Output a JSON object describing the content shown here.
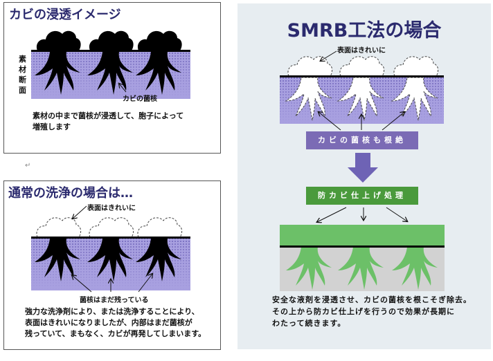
{
  "panel_infiltration": {
    "title": "カビの浸透イメージ",
    "side_label": "素材断面",
    "core_label": "カビの菌核",
    "description": [
      "素材の中まで菌核が浸透して、胞子によって",
      "増殖します"
    ]
  },
  "return_mark": "↵",
  "panel_normal": {
    "title": "通常の洗浄の場合は…",
    "surface_label": "表面はきれいに",
    "core_label": "菌核はまだ残っている",
    "description": [
      "強力な洗浄剤により、または洗浄することにより、",
      "表面はきれいになりましたが、内部はまだ菌核が",
      "残っていて、まもなく、カビが再発してしまいます。"
    ]
  },
  "panel_smrb": {
    "title": "SMRB工法の場合",
    "surface_label": "表面はきれいに",
    "step1": "カビの菌核も根絶",
    "step2": "防カビ仕上げ処理",
    "description": [
      "安全な液剤を浸透させ、カビの菌核を根こそぎ除去。",
      "その上から防カビ仕上げを行うので効果が長期に",
      "わたって続きます。"
    ]
  },
  "colors": {
    "title": "#2b2a6e",
    "purple": "#7b6bb5",
    "green": "#4a9a3c",
    "light_green": "#6cc068",
    "material": "#a79ee0"
  }
}
